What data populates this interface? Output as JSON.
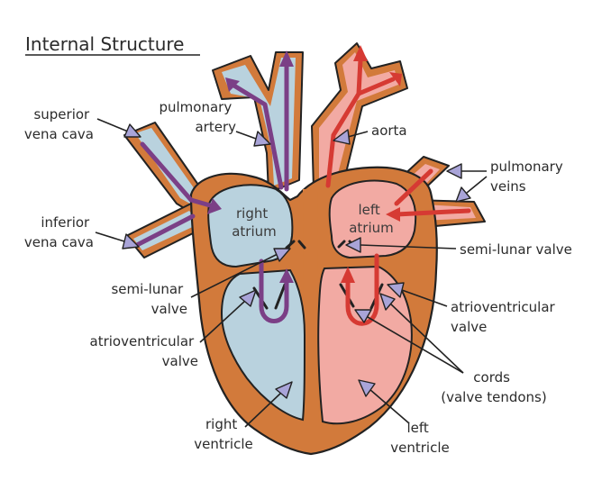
{
  "title": "Internal Structure",
  "labels": {
    "superior_vena_cava": [
      "superior",
      "vena cava"
    ],
    "pulmonary_artery": [
      "pulmonary",
      "artery"
    ],
    "aorta": "aorta",
    "pulmonary_veins": [
      "pulmonary",
      "veins"
    ],
    "inferior_vena_cava": [
      "inferior",
      "vena cava"
    ],
    "right_atrium": [
      "right",
      "atrium"
    ],
    "left_atrium": [
      "left",
      "atrium"
    ],
    "semi_lunar_valve_right": [
      "semi-lunar",
      "valve"
    ],
    "semi_lunar_valve_left": "semi-lunar valve",
    "atrioventricular_valve_right": [
      "atrioventricular",
      "valve"
    ],
    "atrioventricular_valve_left": [
      "atrioventricular",
      "valve"
    ],
    "cords": [
      "cords",
      "(valve tendons)"
    ],
    "right_ventricle": [
      "right",
      "ventricle"
    ],
    "left_ventricle": [
      "left",
      "ventricle"
    ]
  },
  "colors": {
    "muscle": "#d27a3b",
    "outline": "#222222",
    "deoxygenated_chamber": "#b9d2de",
    "oxygenated_chamber": "#f2aaa3",
    "deoxygenated_flow": "#7b3f86",
    "oxygenated_flow": "#d63a33",
    "pointer_arrow": "#a9a4d8"
  }
}
